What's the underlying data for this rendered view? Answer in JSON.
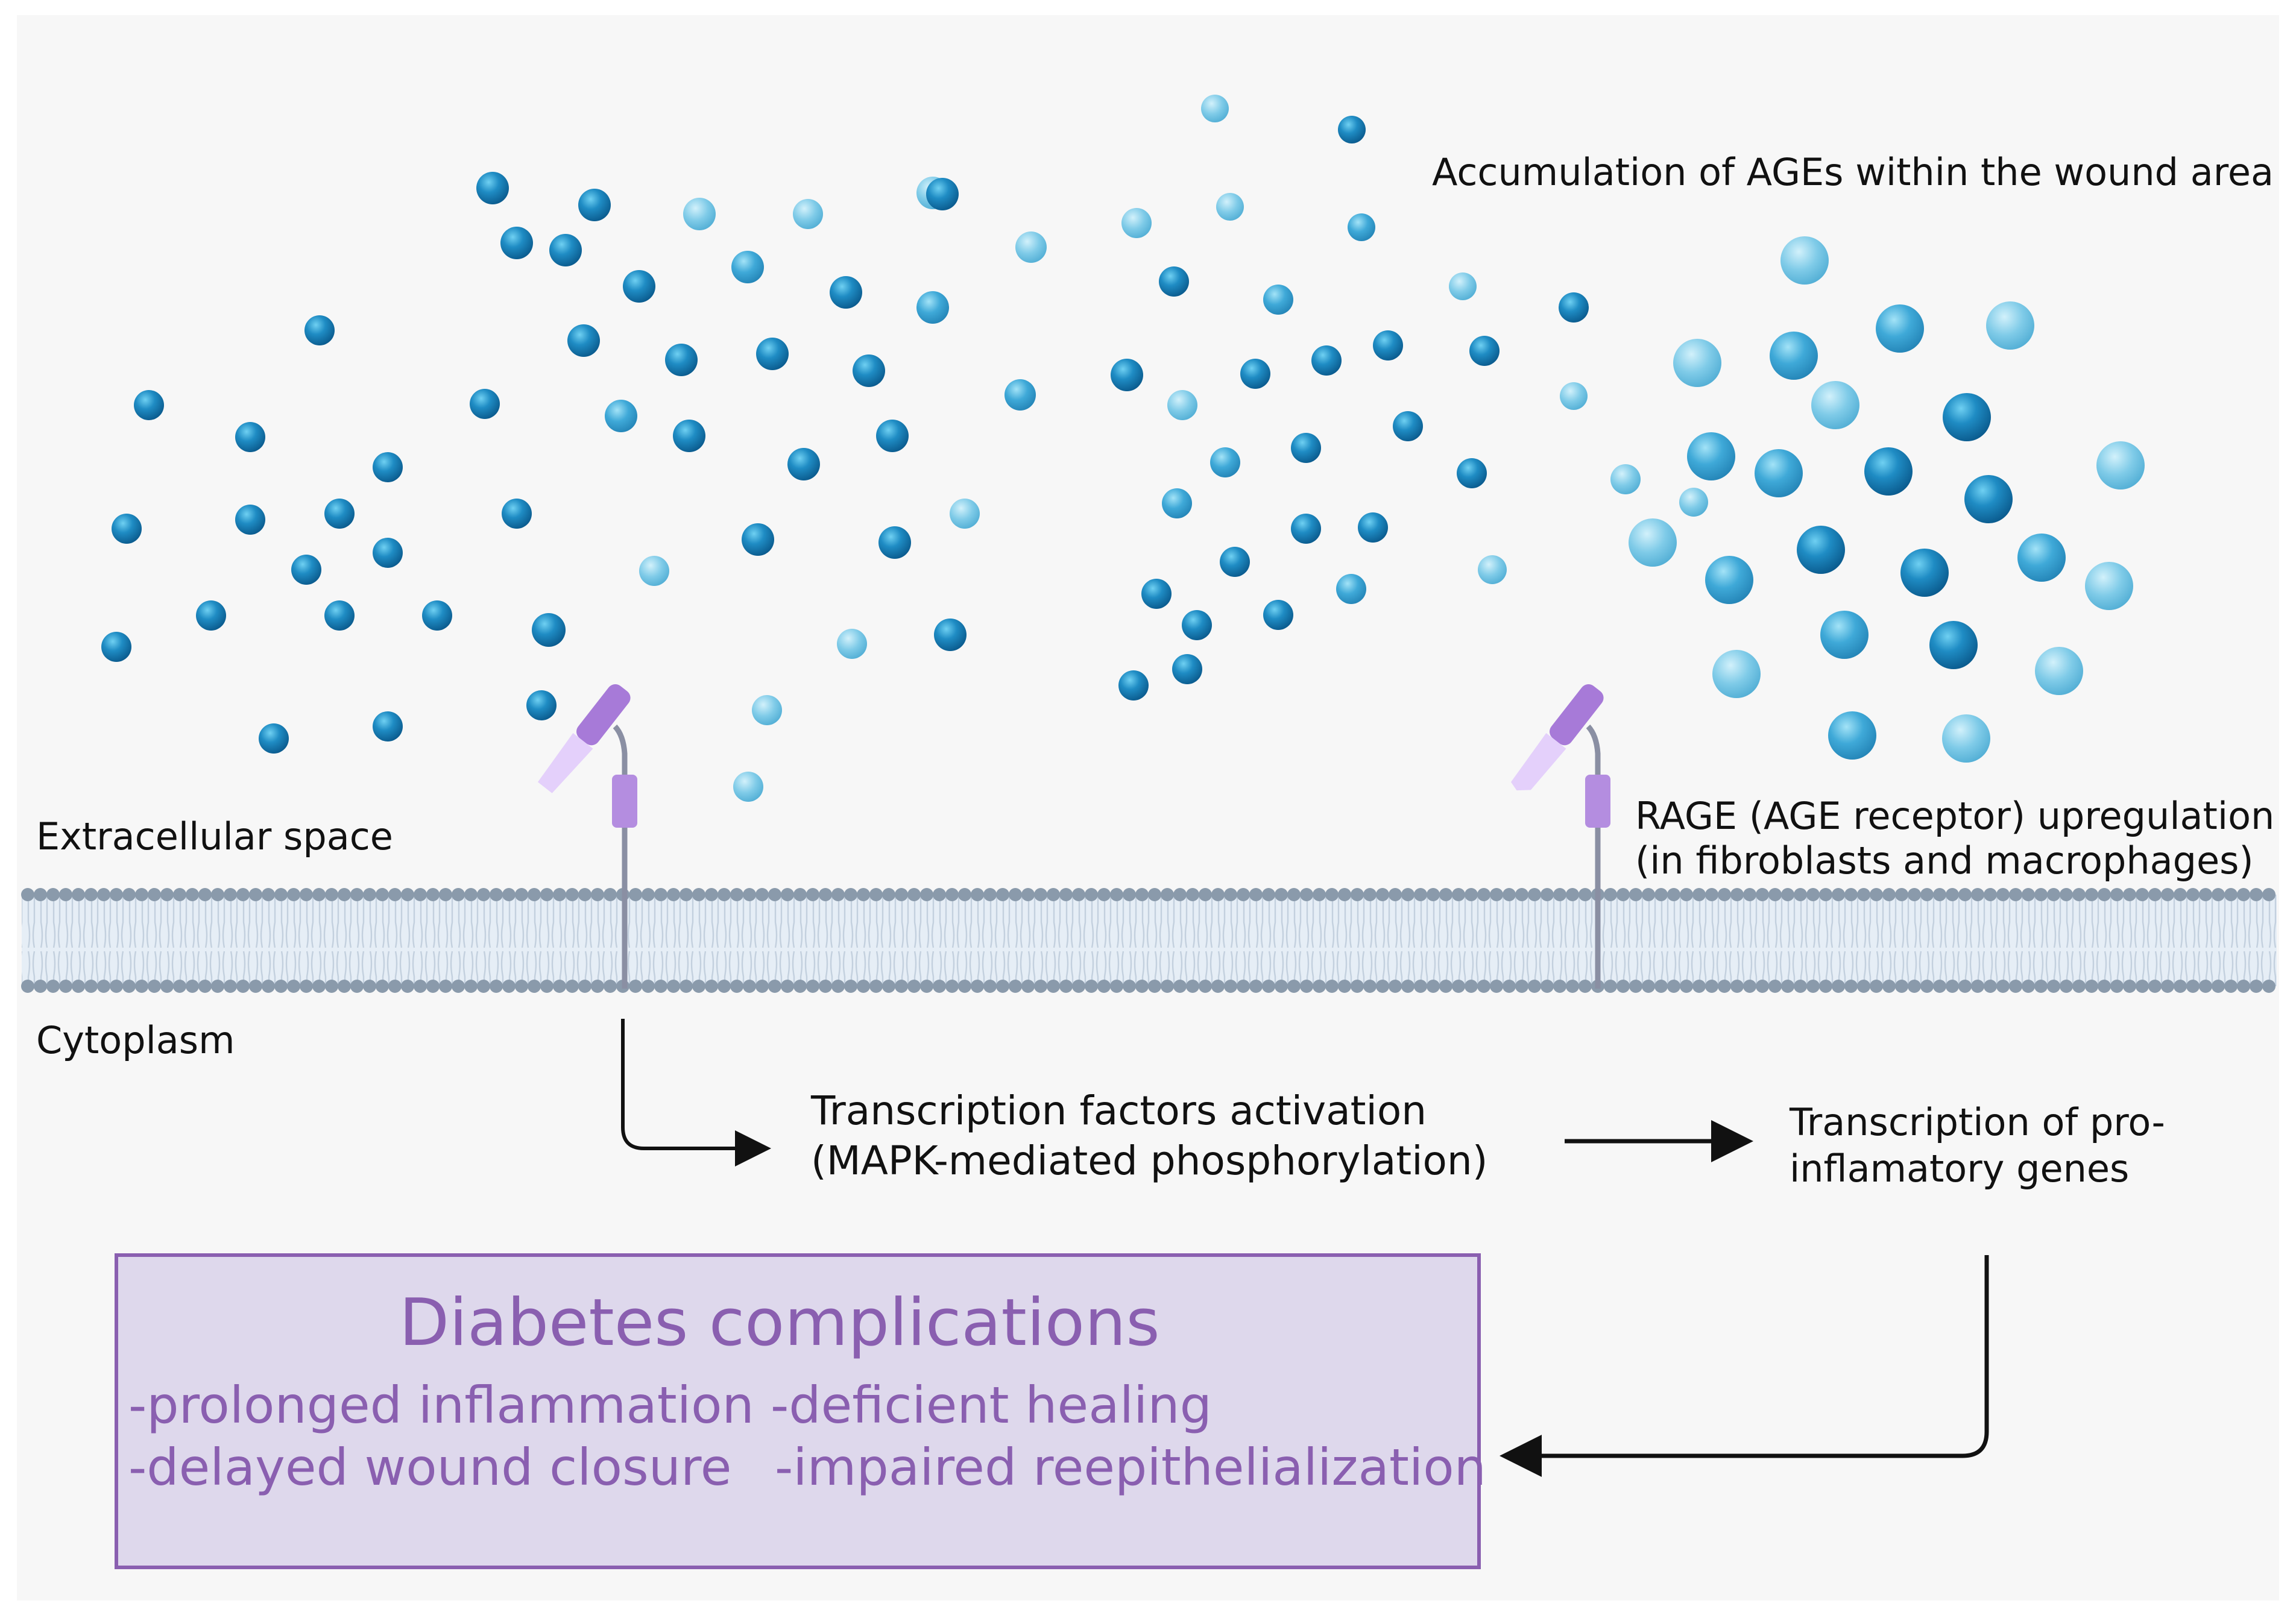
{
  "labels": {
    "accumulation": "Accumulation of AGEs within the wound area",
    "extracellular": "Extracellular space",
    "cytoplasm": "Cytoplasm",
    "rage_line1": "RAGE (AGE receptor) upregulation",
    "rage_line2": "(in fibroblasts and macrophages)",
    "tf_line1": "Transcription factors activation",
    "tf_line2": "(MAPK-mediated phosphorylation)",
    "genes_line1": "Transcription of pro-",
    "genes_line2": "inflamatory genes"
  },
  "complications": {
    "title": "Diabetes complications",
    "items": [
      "-prolonged inflammation",
      "-deficient healing",
      "-delayed wound closure",
      "-impaired reepithelialization"
    ]
  },
  "colors": {
    "background": "#f7f7f7",
    "particle_dark": "#1a7fb8",
    "particle_mid": "#39a7d6",
    "particle_light": "#7ccbe8",
    "receptor": "#b48de0",
    "membrane_head": "#8a9aab",
    "box_fill": "#ded8ec",
    "box_border": "#8a5fb0",
    "box_text": "#8a5fb0",
    "arrow": "#111111"
  }
}
